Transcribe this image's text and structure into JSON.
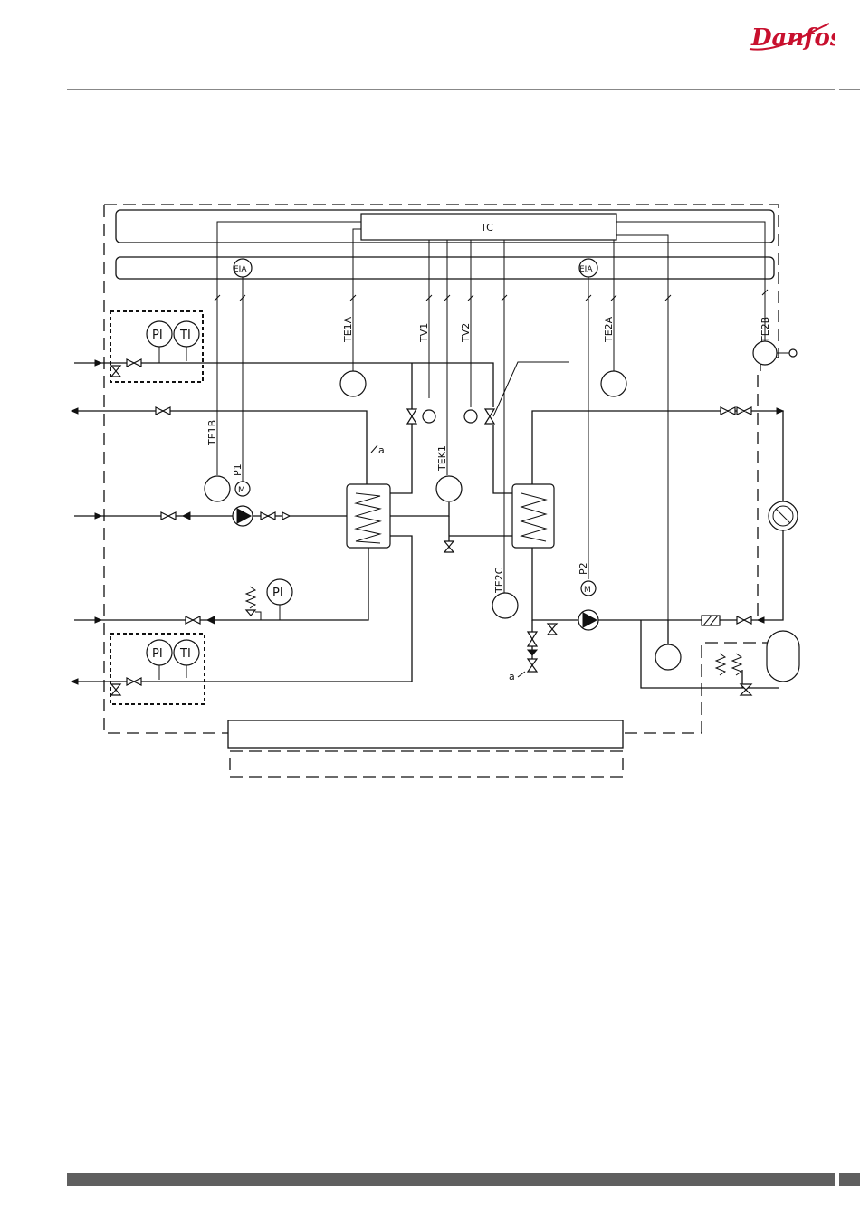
{
  "brand": {
    "name": "Danfoss",
    "color": "#c8102e"
  },
  "diagram": {
    "controller": "TC",
    "alarm_1": "EIA",
    "alarm_2": "EIA",
    "sensors": {
      "te1a": "TE1A",
      "te1b": "TE1B",
      "te2a": "TE2A",
      "te2b": "TE2B",
      "te2c": "TE2C",
      "tek1": "TEK1"
    },
    "valves": {
      "tv1": "TV1",
      "tv2": "TV2"
    },
    "pumps": {
      "p1": "P1",
      "p2": "P2",
      "motor": "M"
    },
    "instruments": {
      "pi_top": "PI",
      "ti_top": "TI",
      "pi_mid": "PI",
      "pi_bot": "PI",
      "ti_bot": "TI"
    },
    "ref_a1": "a",
    "ref_a2": "a",
    "icons": [
      "danfoss-logo",
      "pump-icon",
      "motor-icon",
      "heat-exchanger-icon",
      "valve-icon",
      "filter-icon",
      "expansion-tank-icon",
      "meter-icon"
    ]
  }
}
